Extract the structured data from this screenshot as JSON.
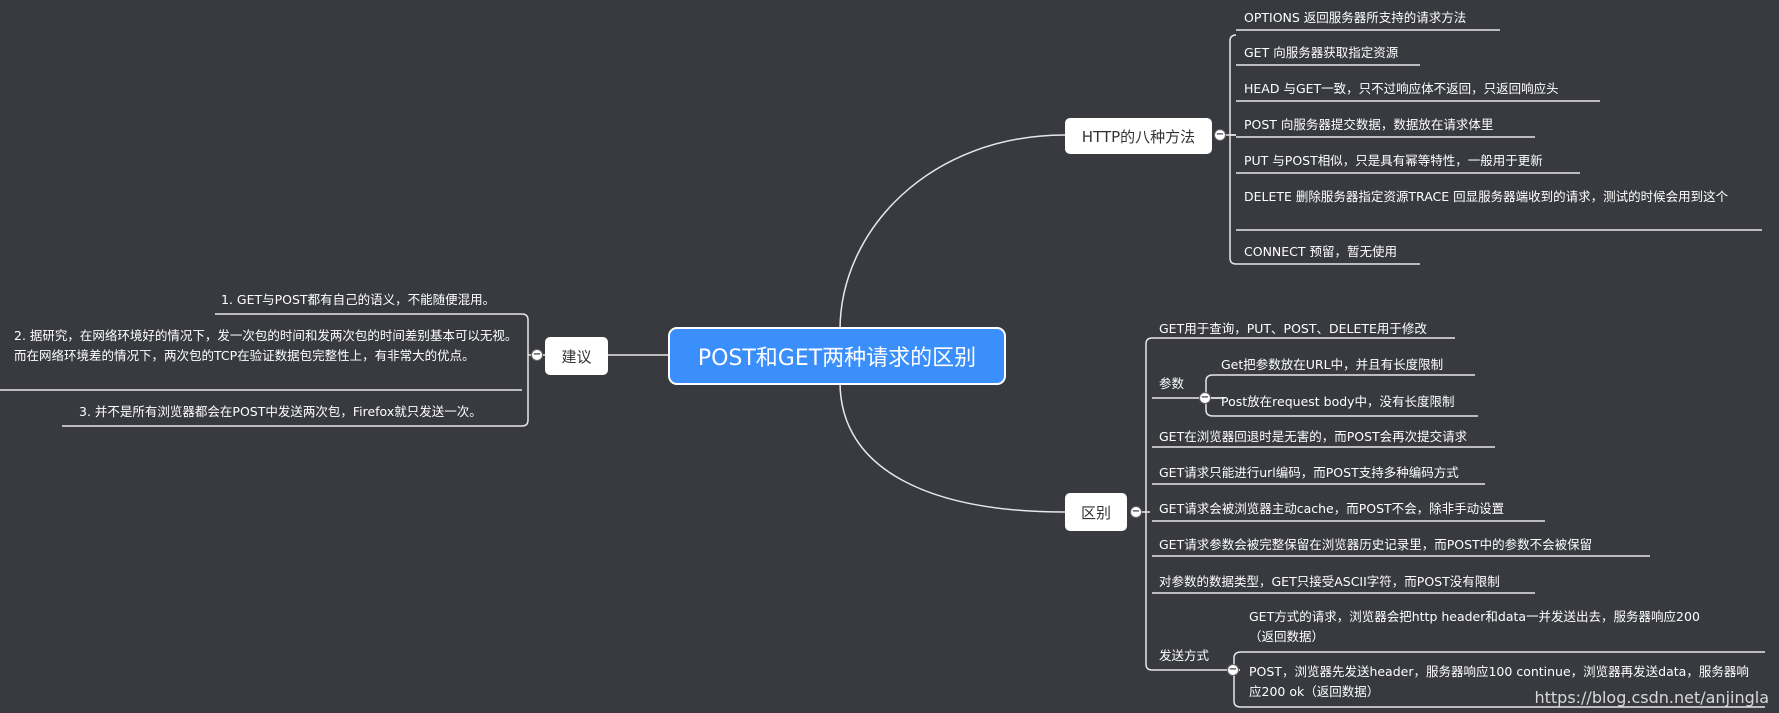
{
  "root": "POST和GET两种请求的区别",
  "branches": {
    "methods": {
      "title": "HTTP的八种方法",
      "items": [
        "OPTIONS 返回服务器所支持的请求方法",
        "GET 向服务器获取指定资源",
        "HEAD 与GET一致，只不过响应体不返回，只返回响应头",
        "POST 向服务器提交数据，数据放在请求体里",
        "PUT 与POST相似，只是具有幂等特性，一般用于更新",
        "DELETE 删除服务器指定资源TRACE 回显服务器端收到的请求，测试的时候会用到这个",
        "CONNECT 预留，暂无使用"
      ]
    },
    "diff": {
      "title": "区别",
      "items": [
        "GET用于查询，PUT、POST、DELETE用于修改",
        "参数",
        "GET在浏览器回退时是无害的，而POST会再次提交请求",
        "GET请求只能进行url编码，而POST支持多种编码方式",
        "GET请求会被浏览器主动cache，而POST不会，除非手动设置",
        "GET请求参数会被完整保留在浏览器历史记录里，而POST中的参数不会被保留",
        "对参数的数据类型，GET只接受ASCII字符，而POST没有限制",
        "发送方式"
      ],
      "params": [
        "Get把参数放在URL中，并且有长度限制",
        "Post放在request body中，没有长度限制"
      ],
      "send": [
        "GET方式的请求，浏览器会把http header和data一并发送出去，服务器响应200（返回数据）",
        "POST，浏览器先发送header，服务器响应100 continue，浏览器再发送data，服务器响应200 ok（返回数据）"
      ]
    },
    "advice": {
      "title": "建议",
      "items": [
        "1. GET与POST都有自己的语义，不能随便混用。",
        "2. 据研究，在网络环境好的情况下，发一次包的时间和发两次包的时间差别基本可以无视。而在网络环境差的情况下，两次包的TCP在验证数据包完整性上，有非常大的优点。",
        "3. 并不是所有浏览器都会在POST中发送两次包，Firefox就只发送一次。"
      ]
    }
  },
  "watermark": "https://blog.csdn.net/anjingla",
  "colors": {
    "background": "#383a40",
    "root": "#3a8ffc",
    "line": "#ffffff"
  }
}
